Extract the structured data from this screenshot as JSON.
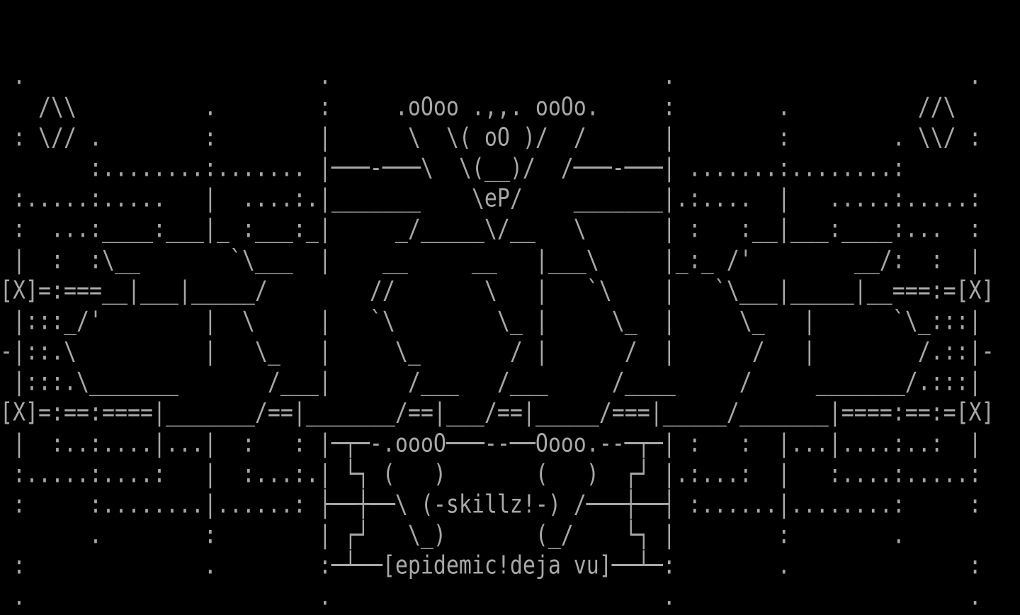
{
  "screen": {
    "title": "ANSI/ASCII art: epidemic deja vu",
    "lines": [
      "",
      "",
      " .                       .                          .                       .",
      "   /\\\\          .        :     .oOoo .,,. ooOo.     :        .          //\\",
      " : \\// .        :        |      \\  \\( oO )/  /      |        :        . \\\\/ :",
      "       :........:....... |───-───\\  \\(__)/  /───-───| .......:........:",
      " :.....:.....   |  ....:.|_______    \\eP/    _______|.:....  |   .....:.....:",
      " :  ...:____:___|_ :___:_|     _/_____\\/__   \\      | :   :__|___:____:...  :",
      " |  :  :\\__       `\\___  |    __     __   |___\\     |_:_ /'        __/:  :  |",
      "[X]=:===__|___|_____/        //       \\   |   `\\    |   `\\___|_____|__===:=[X]",
      " |:::_/'        |  \\     |   `\\        \\_ |     \\_  |     \\_   |      `\\_:::|",
      "-|::.\\          |   \\_   |     \\_       / |      /  |      /   |        /.::|-",
      " |:::.\\_______       /___|      /___   /___     /____     /     _______/.:::|",
      "[X]=:==:====|_______/==|_______/==|___/==|_____/===|_____/_______|====:==:=[X]",
      " |  :..:....|...|  :   : |─┬─-.oooO───--──Oooo.--─┬─| :   :  |...|....:..:  |",
      " :.....:....:   |  :...:.| └┐ (   )       (   )  ┌┘ |.:...:  |   :....:.....:",
      " :     :........|......: ├──┼──\\ (-skillz!-) /───┼──┤ :......|........:     :",
      "       .        :        | ┌┘   \\_)       (_/    └┐ |        :        .",
      " :              .        :─┴──[epidemic!deja vu]──┴─:        .              :",
      " .                       .                          .                       ."
    ]
  },
  "colors": {
    "background": "#000000",
    "foreground": "#a8a8a8"
  }
}
